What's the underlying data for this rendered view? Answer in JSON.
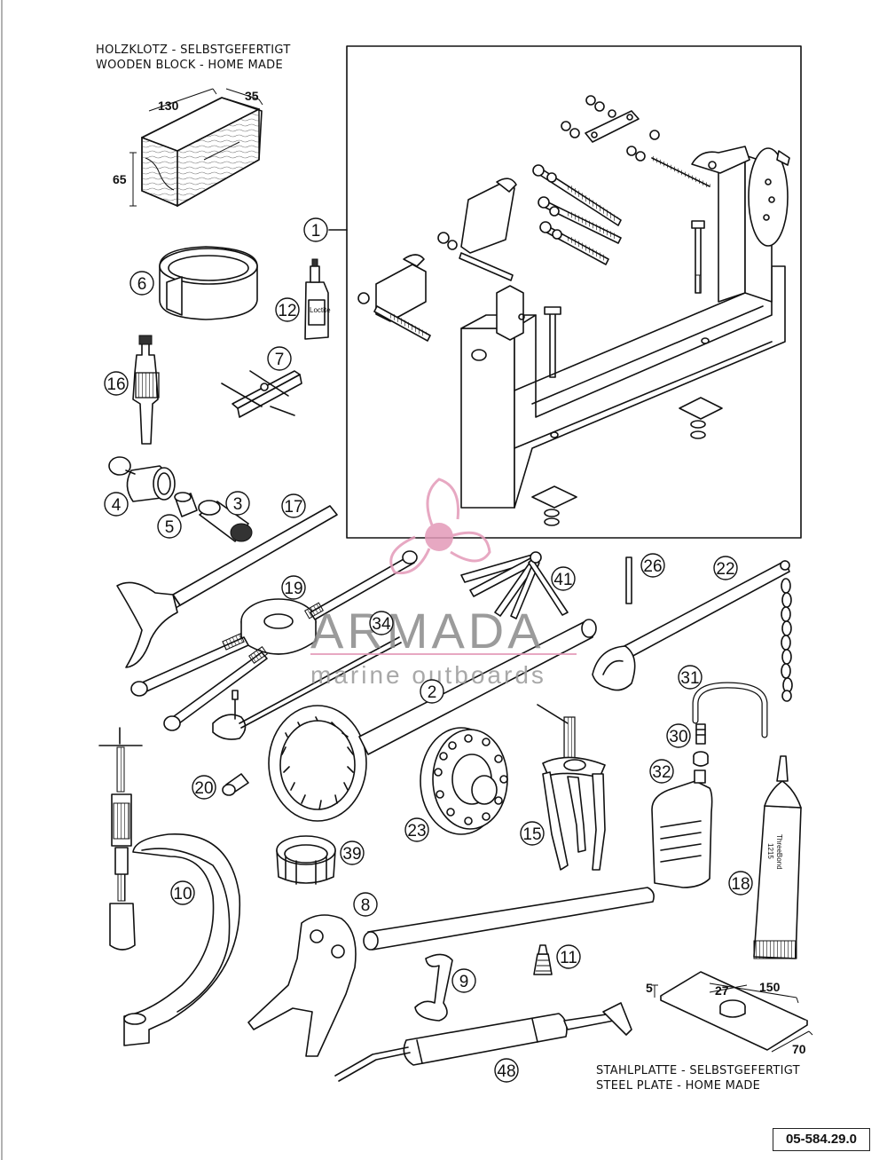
{
  "captions": {
    "wood_de": "HOLZKLOTZ - SELBSTGEFERTIGT",
    "wood_en": "WOODEN BLOCK - HOME MADE",
    "plate_de": "STAHLPLATTE - SELBSTGEFERTIGT",
    "plate_en": "STEEL PLATE - HOME MADE"
  },
  "dimensions": {
    "wood_length": "130",
    "wood_width": "35",
    "wood_height": "65",
    "plate_thickness": "5",
    "plate_hole": "27",
    "plate_length": "150",
    "plate_width": "70"
  },
  "callouts": [
    "1",
    "6",
    "12",
    "16",
    "7",
    "4",
    "3",
    "5",
    "17",
    "19",
    "34",
    "41",
    "26",
    "22",
    "2",
    "31",
    "30",
    "32",
    "20",
    "23",
    "15",
    "39",
    "10",
    "18",
    "8",
    "11",
    "9",
    "48"
  ],
  "product_labels": {
    "tube_brand": "ThreeBond",
    "tube_code": "1215",
    "bottle_label": "Loctite"
  },
  "watermark": {
    "title": "ARMADA",
    "subtitle": "marine outboards"
  },
  "document_number": "05-584.29.0",
  "colors": {
    "line": "#111111",
    "watermark_pink": "#e39ab8",
    "watermark_grey": "#8a8a8a"
  }
}
